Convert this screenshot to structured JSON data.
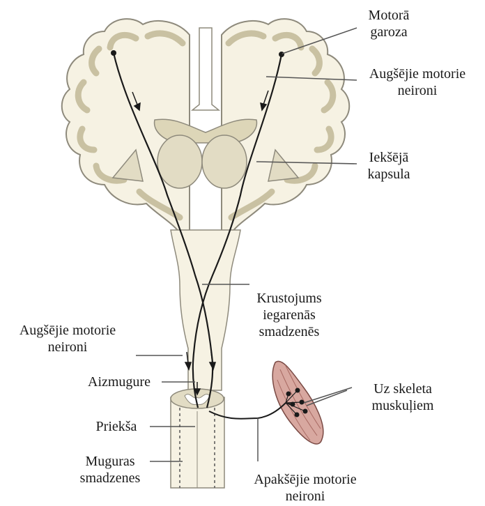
{
  "labels": {
    "motor_cortex": [
      "Motorā",
      "garoza"
    ],
    "upper_motor_neurons_top": [
      "Augšējie motorie",
      "neironi"
    ],
    "internal_capsule": [
      "Iekšējā",
      "kapsula"
    ],
    "decussation": [
      "Krustojums",
      "iegarenās",
      "smadzenēs"
    ],
    "upper_motor_neurons_left": [
      "Augšējie motorie",
      "neironi"
    ],
    "posterior": [
      "Aizmugure"
    ],
    "to_muscles": [
      "Uz skeleta",
      "muskuļiem"
    ],
    "anterior": [
      "Priekša"
    ],
    "spinal_cord": [
      "Muguras",
      "smadzenes"
    ],
    "lower_motor_neurons": [
      "Apakšējie motorie",
      "neironi"
    ]
  },
  "colors": {
    "tissue_fill": "#f6f2e3",
    "tissue_outline": "#8e8a7c",
    "gray_matter": "#e2dcc4",
    "ventricle_fill": "#ddd6b8",
    "nerve_line": "#1a1a1a",
    "leader_line": "#555555",
    "muscle_fill": "#d8a8a0",
    "muscle_stripe": "#a86a63"
  }
}
